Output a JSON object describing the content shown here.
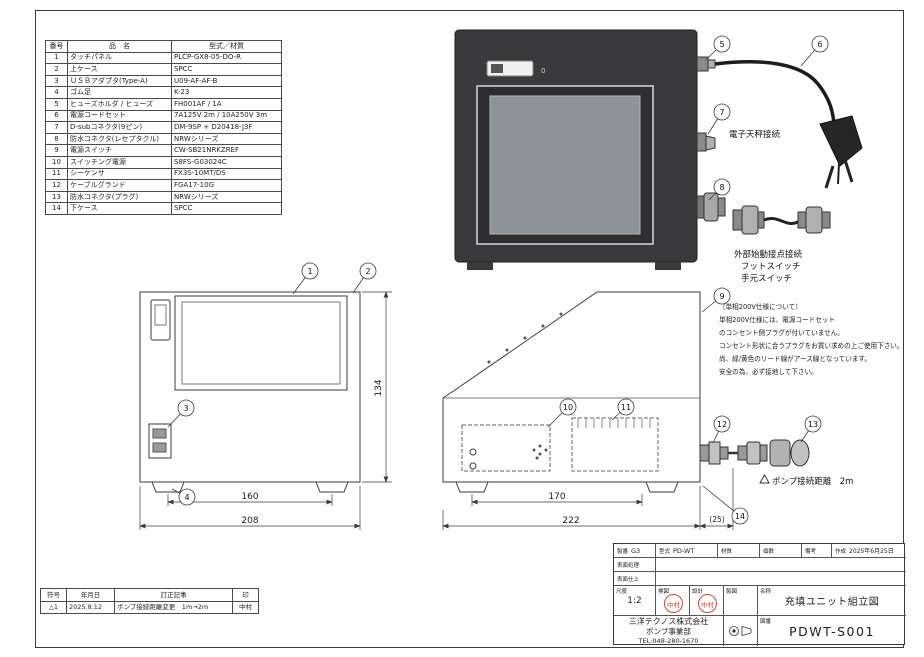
{
  "colors": {
    "line": "#3a3a3a",
    "device_body": "#3a3a3c",
    "device_screen": "#8e939a",
    "stamp_red": "#cf4433"
  },
  "parts_table": {
    "headers": [
      "番号",
      "品　名",
      "型式／材質"
    ],
    "rows": [
      [
        "1",
        "タッチパネル",
        "PLCP-GX8-05-DO-R"
      ],
      [
        "2",
        "上ケース",
        "SPCC"
      ],
      [
        "3",
        "ＵＳＢアダプタ(Type-A)",
        "U09-AF-AF-B"
      ],
      [
        "4",
        "ゴム足",
        "K-23"
      ],
      [
        "5",
        "ヒューズホルダ / ヒューズ",
        "FH001AF / 1A"
      ],
      [
        "6",
        "電源コードセット",
        "7A125V 2m / 10A250V 3m"
      ],
      [
        "7",
        "D-subコネクタ(9ピン)",
        "DM-9SP + D20418-J3F"
      ],
      [
        "8",
        "防水コネクタ(レセプタクル)",
        "NRWシリーズ"
      ],
      [
        "9",
        "電源スイッチ",
        "CW-SB21NRKZREF"
      ],
      [
        "10",
        "スイッチング電源",
        "S8FS-G03024C"
      ],
      [
        "11",
        "シーケンサ",
        "FX3S-10MT/DS"
      ],
      [
        "12",
        "ケーブルグランド",
        "FGA17-10G"
      ],
      [
        "13",
        "防水コネクタ(プラグ)",
        "NRWシリーズ"
      ],
      [
        "14",
        "下ケース",
        "SPCC"
      ]
    ]
  },
  "callouts": [
    "1",
    "2",
    "3",
    "4",
    "5",
    "6",
    "7",
    "8",
    "9",
    "10",
    "11",
    "12",
    "13",
    "14"
  ],
  "dimensions": {
    "front_height": "134",
    "front_feet_span": "160",
    "front_width": "208",
    "side_feet_span": "170",
    "side_depth": "222",
    "side_overhang": "(25)"
  },
  "annotations": {
    "switch_mark": "0",
    "balance": "電子天秤接続",
    "external_start_1": "外部始動接点接続",
    "external_start_2": "フットスイッチ",
    "external_start_3": "手元スイッチ",
    "pump_distance": "ポンプ接続距離　2m"
  },
  "note_200v": {
    "title": "〔単相200V仕様について〕",
    "line1": "単相200V仕様には、電源コードセット",
    "line2": "のコンセント側プラグが付いていません。",
    "line3": "コンセント形状に合うプラグをお買い求めの上ご使用下さい。",
    "line4": "尚、緑/黄色のリード線がアース線となっています。",
    "line5": "安全の為、必ず接地して下さい。"
  },
  "revision_table": {
    "headers": [
      "符号",
      "年月日",
      "訂正記事",
      "印"
    ],
    "row": [
      "△1",
      "2025.8.12",
      "ポンプ接続距離変更　1m→2m",
      "中村"
    ]
  },
  "title_block": {
    "seiban_label": "製番",
    "seiban": "G3",
    "model_label": "型式",
    "model": "PD-WT",
    "material_label": "材質",
    "material": "",
    "qty_label": "個数",
    "qty": "",
    "remarks_label": "備考",
    "remarks": "",
    "created_label": "作成",
    "created": "2025年6月25日",
    "surface_treat_label": "表面処理",
    "surface_finish_label": "表面仕上",
    "scale_label": "尺度",
    "scale": "1:2",
    "check_label": "検図",
    "design_label": "設計",
    "draft_label": "製図",
    "stamp": "中村",
    "name_label": "名称",
    "name": "充填ユニット組立図",
    "company": "三洋テクノス株式会社",
    "division": "ポンプ事業部",
    "tel": "TEL:048-280-1670",
    "drawing_no_label": "図番",
    "drawing_no": "PDWT-S001"
  }
}
